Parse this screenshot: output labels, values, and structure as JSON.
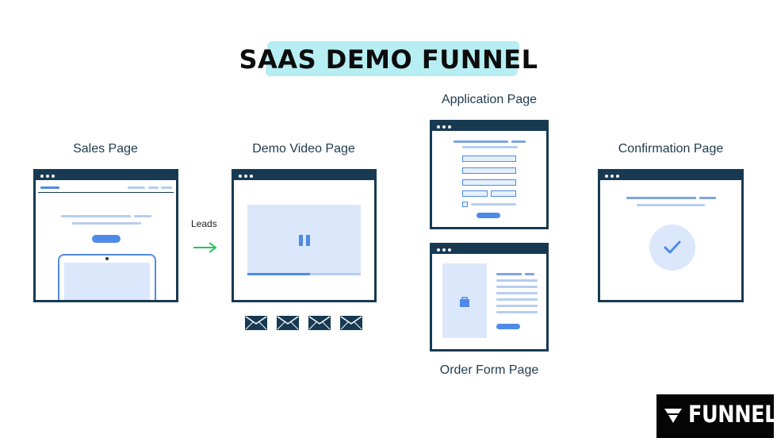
{
  "title": "SAAS DEMO FUNNEL",
  "pages": {
    "sales": "Sales Page",
    "demo_video": "Demo Video Page",
    "application": "Application Page",
    "order_form": "Order Form Page",
    "confirmation": "Confirmation Page"
  },
  "arrow_label": "Leads",
  "brand": "FUNNELS",
  "icons": {
    "arrow": "arrow-right-icon",
    "email": "envelope-icon",
    "video": "pause-icon",
    "order": "shopping-bag-icon",
    "confirm": "checkmark-icon"
  },
  "colors": {
    "window_frame": "#173a52",
    "accent_blue": "#4f8ae8",
    "light_blue": "#dbe7fb",
    "title_highlight": "#b6eef3",
    "arrow_green": "#22c55e",
    "logo_bg": "#050505"
  }
}
